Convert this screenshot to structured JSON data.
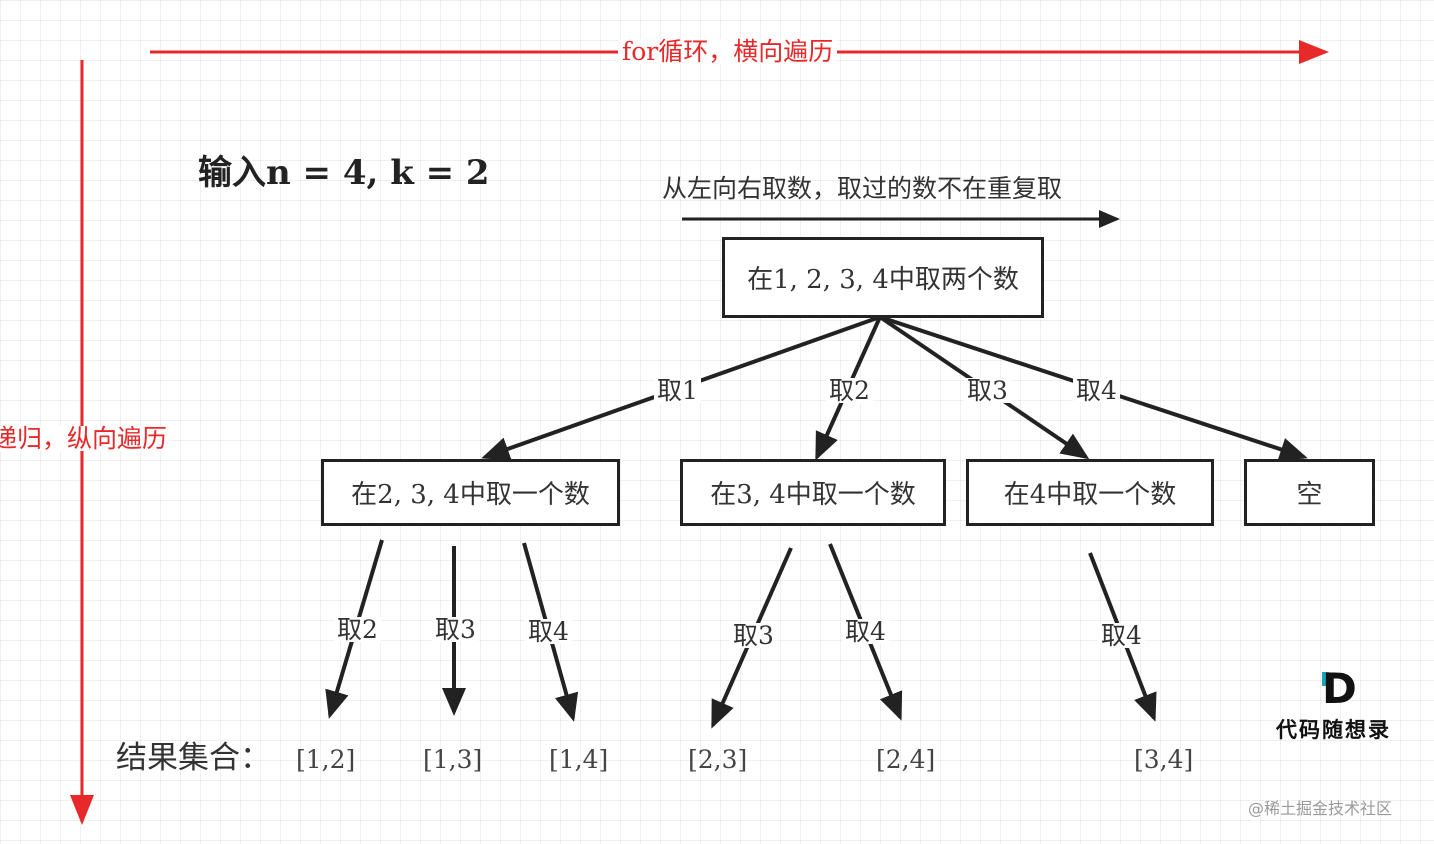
{
  "horizontal_label": "for循环，横向遍历",
  "vertical_label": "递归，纵向遍历",
  "input_label": "输入n = 4, k = 2",
  "direction_note": "从左向右取数，取过的数不在重复取",
  "root": "在1, 2, 3, 4中取两个数",
  "level1": {
    "labels": [
      "取1",
      "取2",
      "取3",
      "取4"
    ],
    "nodes": [
      "在2, 3, 4中取一个数",
      "在3, 4中取一个数",
      "在4中取一个数",
      "空"
    ]
  },
  "level2": {
    "labels": [
      "取2",
      "取3",
      "取4",
      "取3",
      "取4",
      "取4"
    ]
  },
  "results": {
    "heading": "结果集合：",
    "items": [
      "[1,2]",
      "[1,3]",
      "[1,4]",
      "[2,3]",
      "[2,4]",
      "[3,4]"
    ]
  },
  "logo": {
    "letter": "D",
    "name": "代码随想录"
  },
  "watermark": "@稀土掘金技术社区",
  "colors": {
    "red": "#e8292a",
    "stroke": "#222222",
    "logo_teal": "#1aa6b7"
  }
}
